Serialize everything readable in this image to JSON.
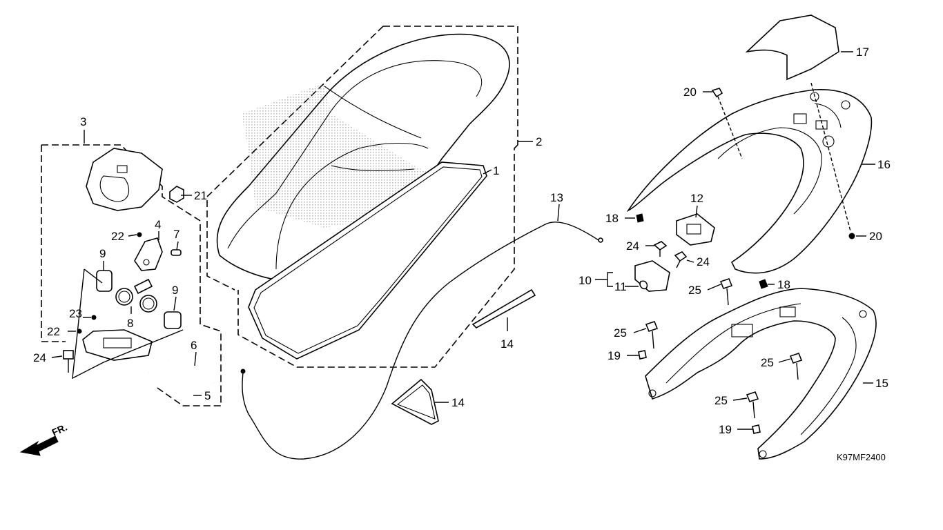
{
  "diagram": {
    "code": "K97MF2400",
    "front_marker": "FR.",
    "callouts": {
      "c1": "1",
      "c2": "2",
      "c3": "3",
      "c4": "4",
      "c5": "5",
      "c6": "6",
      "c7": "7",
      "c8": "8",
      "c9a": "9",
      "c9b": "9",
      "c10": "10",
      "c11": "11",
      "c12": "12",
      "c13": "13",
      "c14a": "14",
      "c14b": "14",
      "c15": "15",
      "c16": "16",
      "c17": "17",
      "c18a": "18",
      "c18b": "18",
      "c19a": "19",
      "c19b": "19",
      "c20a": "20",
      "c20b": "20",
      "c21": "21",
      "c22a": "22",
      "c22b": "22",
      "c23": "23",
      "c24a": "24",
      "c24b": "24",
      "c24c": "24",
      "c25a": "25",
      "c25b": "25",
      "c25c": "25",
      "c25d": "25"
    }
  }
}
